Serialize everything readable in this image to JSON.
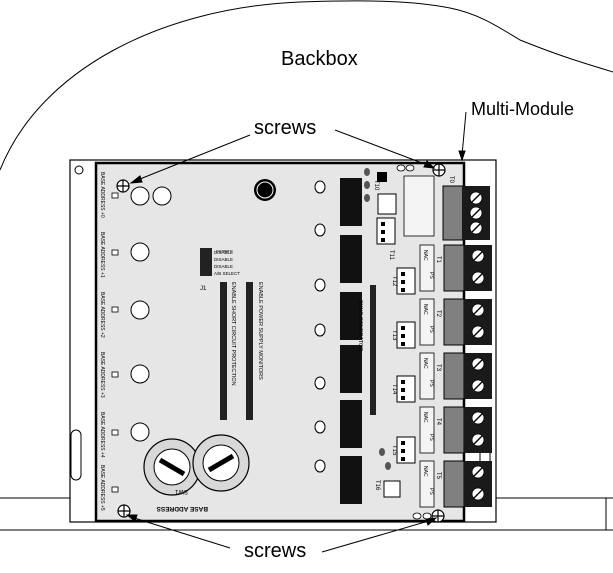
{
  "labels": {
    "backbox": "Backbox",
    "multi_module": "Multi-Module",
    "screws_top": "screws",
    "screws_bottom": "screws"
  },
  "board": {
    "base_address_labels": [
      "BASE ADDRESS +0",
      "BASE ADDRESS +1",
      "BASE ADDRESS +2",
      "BASE ADDRESS +3",
      "BASE ADDRESS +4",
      "BASE ADDRESS +5"
    ],
    "base_address_title": "BASE ADDRESS",
    "switch_label": "SW1",
    "jumper_label": "J1",
    "jumper_options": [
      "DISABLE",
      "DISABLE",
      "DISABLE",
      "A/B SELECT"
    ],
    "enable_power_supply_monitors": "ENABLE POWER SUPPLY MONITORS",
    "enable_short_circuit_protection": "ENABLE SHORT CIRCUIT PROTECTION",
    "sync_generator": "SYNC GENERATOR",
    "test_points": [
      "T10",
      "T11",
      "T12",
      "T13",
      "T14",
      "T15",
      "T16"
    ],
    "terminal_blocks": [
      "T0",
      "T1",
      "T2",
      "T3",
      "T4",
      "T5"
    ],
    "terminal_markings": [
      "+",
      "-",
      "NAC",
      "PS"
    ]
  }
}
